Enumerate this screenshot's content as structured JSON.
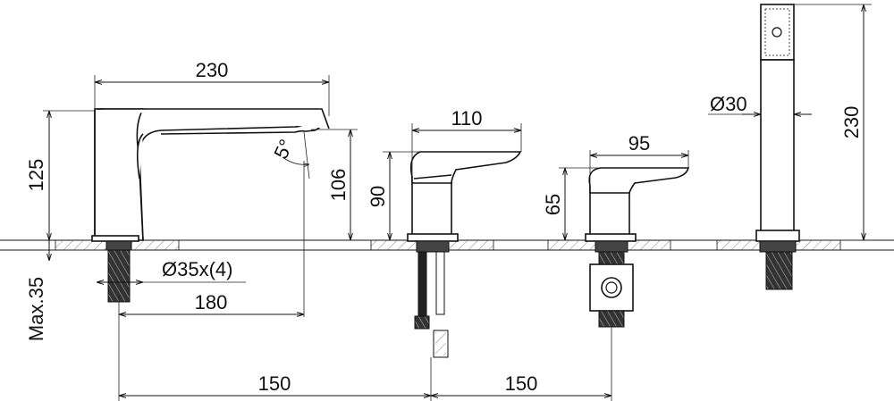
{
  "drawing": {
    "colors": {
      "line": "#111111",
      "hatch": "#666666",
      "background": "#ffffff",
      "thread": "#333333"
    },
    "dimensions": {
      "spout_length": "230",
      "spout_height": "125",
      "spout_angle": "5°",
      "spout_outlet_height": "106",
      "mount_depth": "Max.35",
      "hole_diameter": "Ø35x(4)",
      "spout_reach": "180",
      "mixer_lever_length": "110",
      "mixer_height": "90",
      "diverter_lever_length": "95",
      "diverter_height": "65",
      "shower_diameter": "Ø30",
      "shower_height": "230",
      "spacing_left": "150",
      "spacing_right": "150"
    }
  }
}
